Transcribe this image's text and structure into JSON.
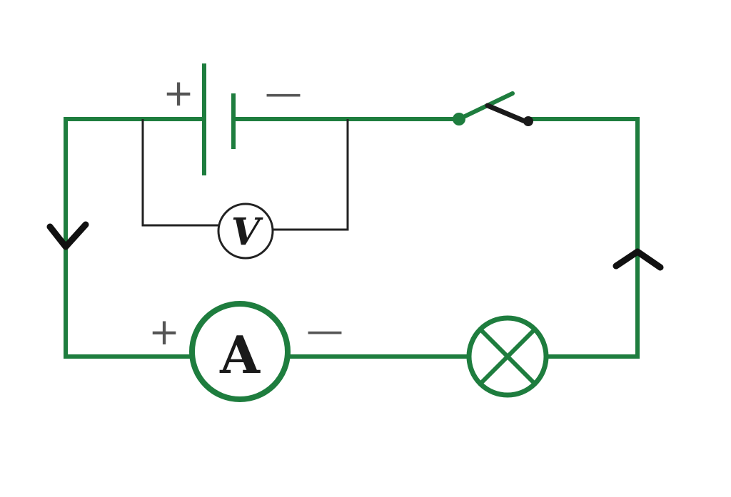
{
  "diagram": {
    "colors": {
      "wire": "#1e7d3e",
      "branch_wire": "#222222",
      "sign": "#555555",
      "arrow": "#111111"
    },
    "battery": {
      "positive_sign": "+",
      "negative_sign": "—"
    },
    "ammeter": {
      "label": "A",
      "positive_sign": "+",
      "negative_sign": "—"
    },
    "voltmeter": {
      "label": "V"
    },
    "lamp": {
      "icon": "lamp-crossed-circle-icon"
    },
    "switch": {
      "icon": "open-switch-icon"
    },
    "current_arrows": {
      "left_direction": "down",
      "right_direction": "up"
    }
  }
}
